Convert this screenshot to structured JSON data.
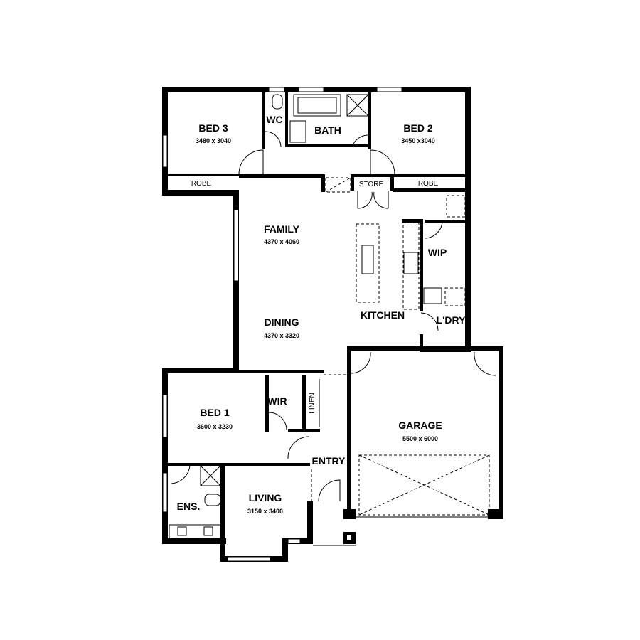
{
  "plan": {
    "rooms": {
      "bed3": {
        "name": "BED 3",
        "size": "3480 x 3040"
      },
      "wc": {
        "name": "WC"
      },
      "bath": {
        "name": "BATH"
      },
      "bed2": {
        "name": "BED 2",
        "size": "3450 x3040"
      },
      "robe_left": {
        "name": "ROBE"
      },
      "store": {
        "name": "STORE"
      },
      "robe_right": {
        "name": "ROBE"
      },
      "family": {
        "name": "FAMILY",
        "size": "4370 x 4060"
      },
      "dining": {
        "name": "DINING",
        "size": "4370 x 3320"
      },
      "kitchen": {
        "name": "KITCHEN"
      },
      "wip": {
        "name": "WIP"
      },
      "laundry": {
        "name": "L'DRY"
      },
      "bed1": {
        "name": "BED 1",
        "size": "3600 x 3230"
      },
      "wir": {
        "name": "WIR"
      },
      "linen": {
        "name": "LINEN"
      },
      "entry": {
        "name": "ENTRY"
      },
      "garage": {
        "name": "GARAGE",
        "size": "5500 x 6000"
      },
      "ensuite": {
        "name": "ENS."
      },
      "living": {
        "name": "LIVING",
        "size": "3150 x 3400"
      }
    }
  }
}
